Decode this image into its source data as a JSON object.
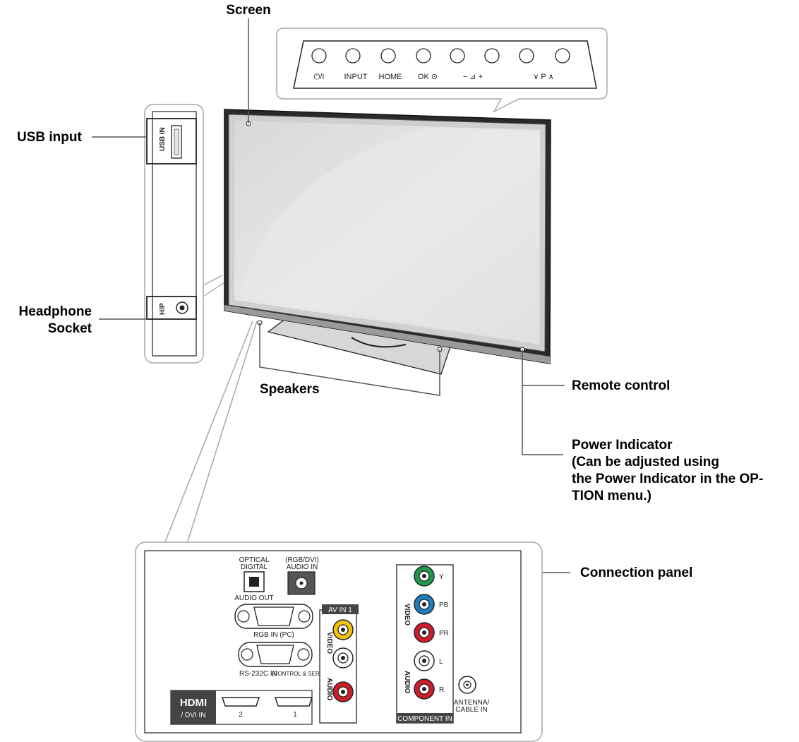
{
  "labels": {
    "screen": "Screen",
    "usb_input": "USB input",
    "headphone_1": "Headphone",
    "headphone_2": "Socket",
    "speakers": "Speakers",
    "remote_control": "Remote control",
    "power_indicator": [
      "Power Indicator",
      "(Can be adjusted using",
      "the Power Indicator in the OP-",
      "TION menu.)"
    ],
    "connection_panel": "Connection panel"
  },
  "front_buttons": [
    "⏻/I",
    "INPUT",
    "HOME",
    "OK ⊙",
    "− ⊿ +",
    "",
    "∨ P ∧",
    ""
  ],
  "side_panel": {
    "usb": "USB IN",
    "hp": "H/P"
  },
  "panel": {
    "optical_1": "OPTICAL",
    "optical_2": "DIGITAL",
    "audio_out": "AUDIO OUT",
    "rgb_audio_1": "(RGB/DVI)",
    "rgb_audio_2": "AUDIO IN",
    "rgb_in": "RGB IN (PC)",
    "rs232": "RS-232C IN",
    "rs232_sub": "(CONTROL & SERVICE)",
    "av_in": "AV IN 1",
    "av_video": "VIDEO",
    "av_audio": "AUDIO",
    "hdmi_logo": "HDMI",
    "hdmi_sub": "/ DVI IN",
    "hdmi_2": "2",
    "hdmi_1": "1",
    "comp_video": "VIDEO",
    "comp_audio": "AUDIO",
    "comp_y": "Y",
    "comp_pb": "PB",
    "comp_pr": "PR",
    "comp_l": "L",
    "comp_r": "R",
    "component_in": "COMPONENT IN",
    "antenna_1": "ANTENNA/",
    "antenna_2": "CABLE IN"
  },
  "colors": {
    "green": "#1f9a4a",
    "blue": "#1e7cc0",
    "red": "#d11d2a",
    "yellow": "#f4c20d"
  }
}
